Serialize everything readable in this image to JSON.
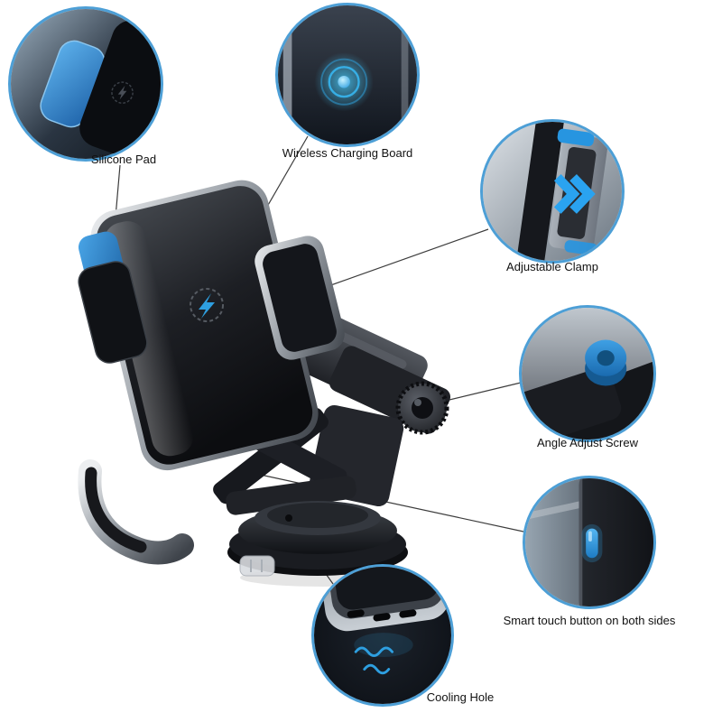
{
  "callouts": [
    {
      "label": "Silicone Pad"
    },
    {
      "label": "Wireless Charging Board"
    },
    {
      "label": "Adjustable Clamp"
    },
    {
      "label": "Angle Adjust Screw"
    },
    {
      "label": "Smart touch button on both sides"
    },
    {
      "label": "Cooling Hole"
    }
  ],
  "colors": {
    "callout_border": "#4d9fd6",
    "accent_blue": "#2e9fe0",
    "background": "#ffffff",
    "label_text": "#111111",
    "product_body": "#1a1c20",
    "chrome": "#8b9097"
  },
  "icons": {
    "lightning-icon": "bolt",
    "charging-coil-icon": "concentric-rings",
    "double-chevron-icon": "»",
    "heat-wave-icon": "~~"
  }
}
